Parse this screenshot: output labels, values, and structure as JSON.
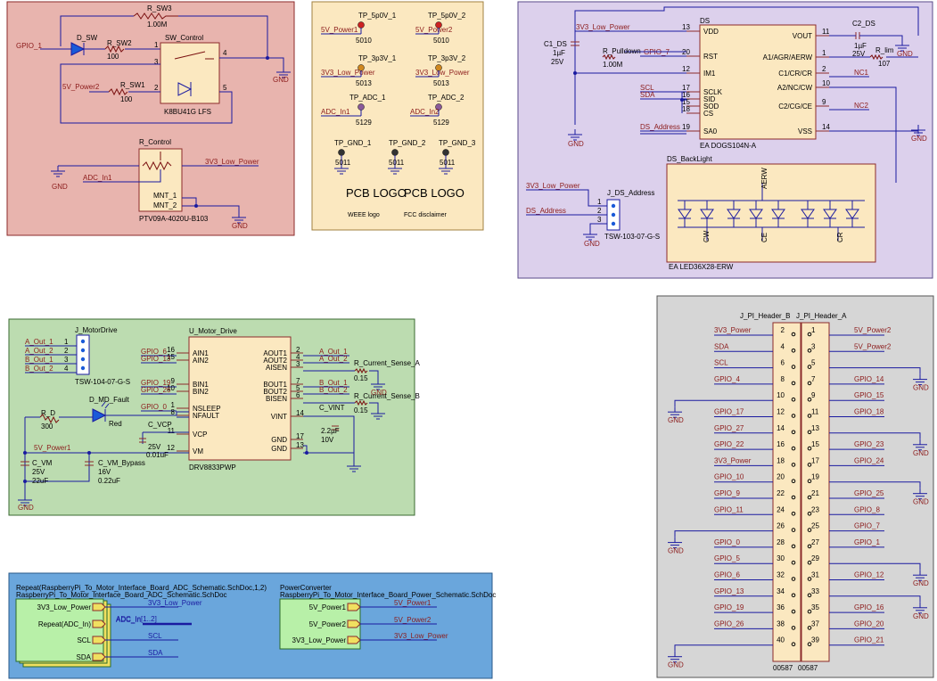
{
  "switch_block": {
    "r_sw3": "R_SW3",
    "r_sw3_val": "1.00M",
    "gpio1": "GPIO_1",
    "d_sw": "D_SW",
    "r_sw2": "R_SW2",
    "r_sw2_val": "100",
    "sw_control": "SW_Control",
    "sw_part": "K8BU41G LFS",
    "power2": "5V_Power2",
    "r_sw1": "R_SW1",
    "r_sw1_val": "100",
    "r_control": "R_Control",
    "r_control_part": "PTV09A-4020U-B103",
    "lowpower": "3V3_Low_Power",
    "adc_in": "ADC_In1",
    "mnt1": "MNT_1",
    "mnt2": "MNT_2",
    "gnd": "GND",
    "pins": [
      "1",
      "2",
      "3",
      "4",
      "5"
    ]
  },
  "testpoints": {
    "items": [
      {
        "ref": "TP_5p0V_1",
        "net": "5V_Power1",
        "part": "5010",
        "color": "#cc2222"
      },
      {
        "ref": "TP_5p0V_2",
        "net": "5V_Power2",
        "part": "5010",
        "color": "#cc2222"
      },
      {
        "ref": "TP_3p3V_1",
        "net": "3V3_Low_Power",
        "part": "5013",
        "color": "#d08820"
      },
      {
        "ref": "TP_3p3V_2",
        "net": "3V3_Low_Power",
        "part": "5013",
        "color": "#d08820"
      },
      {
        "ref": "TP_ADC_1",
        "net": "ADC_In1",
        "part": "5129",
        "color": "#8a5a9a"
      },
      {
        "ref": "TP_ADC_2",
        "net": "ADC_In2",
        "part": "5129",
        "color": "#8a5a9a"
      },
      {
        "ref": "TP_GND_1",
        "net": "",
        "part": "5011",
        "color": "#333333"
      },
      {
        "ref": "TP_GND_2",
        "net": "",
        "part": "5011",
        "color": "#333333"
      },
      {
        "ref": "TP_GND_3",
        "net": "",
        "part": "5011",
        "color": "#333333"
      }
    ],
    "logo1": "PCB LOGO",
    "logo1_sub": "WEEE logo",
    "logo2": "PCB LOGO",
    "logo2_sub": "FCC disclaimer"
  },
  "display": {
    "ref": "DS",
    "part": "EA DOGS104N-A",
    "left_pins": [
      {
        "num": "13",
        "name": "VDD",
        "net": "3V3_Low_Power"
      },
      {
        "num": "20",
        "name": "RST",
        "net": "GPIO_7"
      },
      {
        "num": "12",
        "name": "IM1",
        "net": ""
      },
      {
        "num": "17",
        "name": "SCLK",
        "net": "SCL"
      },
      {
        "num": "16",
        "name": "SID",
        "net": "SDA"
      },
      {
        "num": "15",
        "name": "SOD",
        "net": ""
      },
      {
        "num": "18",
        "name": "CS",
        "net": ""
      },
      {
        "num": "19",
        "name": "SA0",
        "net": "DS_Address"
      }
    ],
    "right_pins": [
      {
        "num": "11",
        "name": "VOUT",
        "net": ""
      },
      {
        "num": "1",
        "name": "A1/AGR/AERW",
        "net": ""
      },
      {
        "num": "2",
        "name": "C1/CR/CR",
        "net": "NC1"
      },
      {
        "num": "10",
        "name": "A2/NC/CW",
        "net": ""
      },
      {
        "num": "9",
        "name": "C2/CG/CE",
        "net": "NC2"
      },
      {
        "num": "14",
        "name": "VSS",
        "net": ""
      }
    ],
    "c1": "C1_DS",
    "c1_val": "1µF",
    "c1_v": "25V",
    "c2": "C2_DS",
    "c2_val": "1µF",
    "c2_v": "25V",
    "r_pull": "R_Pulldown",
    "r_pull_val": "1.00M",
    "r_lim": "R_lim",
    "r_lim_val": "107",
    "backlight": "DS_BackLight",
    "bl_part": "EA LED36X28-ERW",
    "bl_labels": [
      "AERW",
      "CW",
      "CE",
      "CR"
    ],
    "jds": "J_DS_Address",
    "jds_part": "TSW-103-07-G-S",
    "jds_pins": [
      "1",
      "2",
      "3"
    ],
    "lowpower": "3V3_Low_Power",
    "ds_addr": "DS_Address",
    "gnd": "GND"
  },
  "motor": {
    "jmd": "J_MotorDrive",
    "jmd_part": "TSW-104-07-G-S",
    "outs": [
      {
        "net": "A_Out_1",
        "num": "1"
      },
      {
        "net": "A_Out_2",
        "num": "2"
      },
      {
        "net": "B_Out_1",
        "num": "3"
      },
      {
        "net": "B_Out_2",
        "num": "4"
      }
    ],
    "ref": "U_Motor_Drive",
    "part": "DRV8833PWP",
    "left_pins": [
      {
        "num": "16",
        "name": "AIN1",
        "net": "GPIO_6"
      },
      {
        "num": "15",
        "name": "AIN2",
        "net": "GPIO_13"
      },
      {
        "num": "9",
        "name": "BIN1",
        "net": "GPIO_19"
      },
      {
        "num": "10",
        "name": "BIN2",
        "net": "GPIO_26"
      },
      {
        "num": "1",
        "name": "NSLEEP",
        "net": "GPIO_0"
      },
      {
        "num": "8",
        "name": "NFAULT",
        "net": ""
      },
      {
        "num": "11",
        "name": "VCP",
        "net": ""
      },
      {
        "num": "12",
        "name": "VM",
        "net": ""
      }
    ],
    "right_pins": [
      {
        "num": "2",
        "name": "AOUT1",
        "net": "A_Out_1"
      },
      {
        "num": "4",
        "name": "AOUT2",
        "net": "A_Out_2"
      },
      {
        "num": "3",
        "name": "AISEN",
        "net": ""
      },
      {
        "num": "7",
        "name": "BOUT1",
        "net": "B_Out_1"
      },
      {
        "num": "5",
        "name": "BOUT2",
        "net": "B_Out_2"
      },
      {
        "num": "6",
        "name": "BISEN",
        "net": ""
      },
      {
        "num": "14",
        "name": "VINT",
        "net": ""
      },
      {
        "num": "17",
        "name": "GND",
        "net": ""
      },
      {
        "num": "13",
        "name": "GND",
        "net": ""
      }
    ],
    "rsa": "R_Current_Sense_A",
    "rsa_val": "0.15",
    "rsb": "R_Current_Sense_B",
    "rsb_val": "0.15",
    "dmf": "D_MD_Fault",
    "dmf_color": "Red",
    "rd": "R_D",
    "rd_val": "300",
    "cvcp": "C_VCP",
    "cvcp_v": "25V",
    "cvcp_val": "0.01uF",
    "cvint": "C_VINT",
    "cvint_val": "2.2µF",
    "cvint_v": "10V",
    "cvm": "C_VM",
    "cvm_v": "25V",
    "cvm_val": "22uF",
    "cvmb": "C_VM_Bypass",
    "cvmb_v": "16V",
    "cvmb_val": "0.22uF",
    "power1": "5V_Power1",
    "gnd": "GND"
  },
  "header": {
    "title_b": "J_PI_Header_B",
    "title_a": "J_PI_Header_A",
    "part_b": "00587",
    "part_a": "00587",
    "rows": [
      {
        "l": "3V3_Power",
        "ln": "2",
        "rn": "1",
        "r": "5V_Power2",
        "lg": false,
        "rg": false
      },
      {
        "l": "SDA",
        "ln": "4",
        "rn": "3",
        "r": "5V_Power2",
        "lg": false,
        "rg": false
      },
      {
        "l": "SCL",
        "ln": "6",
        "rn": "5",
        "r": "",
        "lg": false,
        "rg": true
      },
      {
        "l": "GPIO_4",
        "ln": "8",
        "rn": "7",
        "r": "GPIO_14",
        "lg": false,
        "rg": false
      },
      {
        "l": "",
        "ln": "10",
        "rn": "9",
        "r": "GPIO_15",
        "lg": true,
        "rg": false
      },
      {
        "l": "GPIO_17",
        "ln": "12",
        "rn": "11",
        "r": "GPIO_18",
        "lg": false,
        "rg": false
      },
      {
        "l": "GPIO_27",
        "ln": "14",
        "rn": "13",
        "r": "",
        "lg": false,
        "rg": false
      },
      {
        "l": "GPIO_22",
        "ln": "16",
        "rn": "15",
        "r": "GPIO_23",
        "lg": false,
        "rg": false
      },
      {
        "l": "3V3_Power",
        "ln": "18",
        "rn": "17",
        "r": "GPIO_24",
        "lg": false,
        "rg": false
      },
      {
        "l": "GPIO_10",
        "ln": "20",
        "rn": "19",
        "r": "",
        "lg": false,
        "rg": true
      },
      {
        "l": "GPIO_9",
        "ln": "22",
        "rn": "21",
        "r": "GPIO_25",
        "lg": false,
        "rg": false
      },
      {
        "l": "GPIO_11",
        "ln": "24",
        "rn": "23",
        "r": "GPIO_8",
        "lg": false,
        "rg": false
      },
      {
        "l": "",
        "ln": "26",
        "rn": "25",
        "r": "GPIO_7",
        "lg": true,
        "rg": false
      },
      {
        "l": "GPIO_0",
        "ln": "28",
        "rn": "27",
        "r": "GPIO_1",
        "lg": false,
        "rg": false
      },
      {
        "l": "GPIO_5",
        "ln": "30",
        "rn": "29",
        "r": "",
        "lg": false,
        "rg": true
      },
      {
        "l": "GPIO_6",
        "ln": "32",
        "rn": "31",
        "r": "GPIO_12",
        "lg": false,
        "rg": false
      },
      {
        "l": "GPIO_13",
        "ln": "34",
        "rn": "33",
        "r": "",
        "lg": false,
        "rg": true
      },
      {
        "l": "GPIO_19",
        "ln": "36",
        "rn": "35",
        "r": "GPIO_16",
        "lg": false,
        "rg": false
      },
      {
        "l": "GPIO_26",
        "ln": "38",
        "rn": "37",
        "r": "GPIO_20",
        "lg": false,
        "rg": false
      },
      {
        "l": "",
        "ln": "40",
        "rn": "39",
        "r": "GPIO_21",
        "lg": true,
        "rg": false
      }
    ],
    "gnd": "GND"
  },
  "sheets": {
    "adc_line1": "Repeat(RaspberryPi_To_Motor_Interface_Board_ADC_Schematic.SchDoc,1,2)",
    "adc_line2": "RaspberryPi_To_Motor_Interface_Board_ADC_Schematic.SchDoc",
    "adc_ports": [
      "3V3_Low_Power",
      "Repeat(ADC_In)",
      "SCL",
      "SDA"
    ],
    "adc_nets": [
      "3V3_Low_Power",
      "ADC_In",
      "SCL",
      "SDA"
    ],
    "adc_bus": "ADC_In[1..2]",
    "pwr_line1": "PowerConverter",
    "pwr_line2": "RaspberryPi_To_Motor_Interface_Board_Power_Schematic.SchDoc",
    "pwr_ports": [
      "5V_Power1",
      "5V_Power2",
      "3V3_Low_Power"
    ],
    "pwr_nets": [
      "5V_Power1",
      "5V_Power2",
      "3V3_Low_Power"
    ]
  }
}
